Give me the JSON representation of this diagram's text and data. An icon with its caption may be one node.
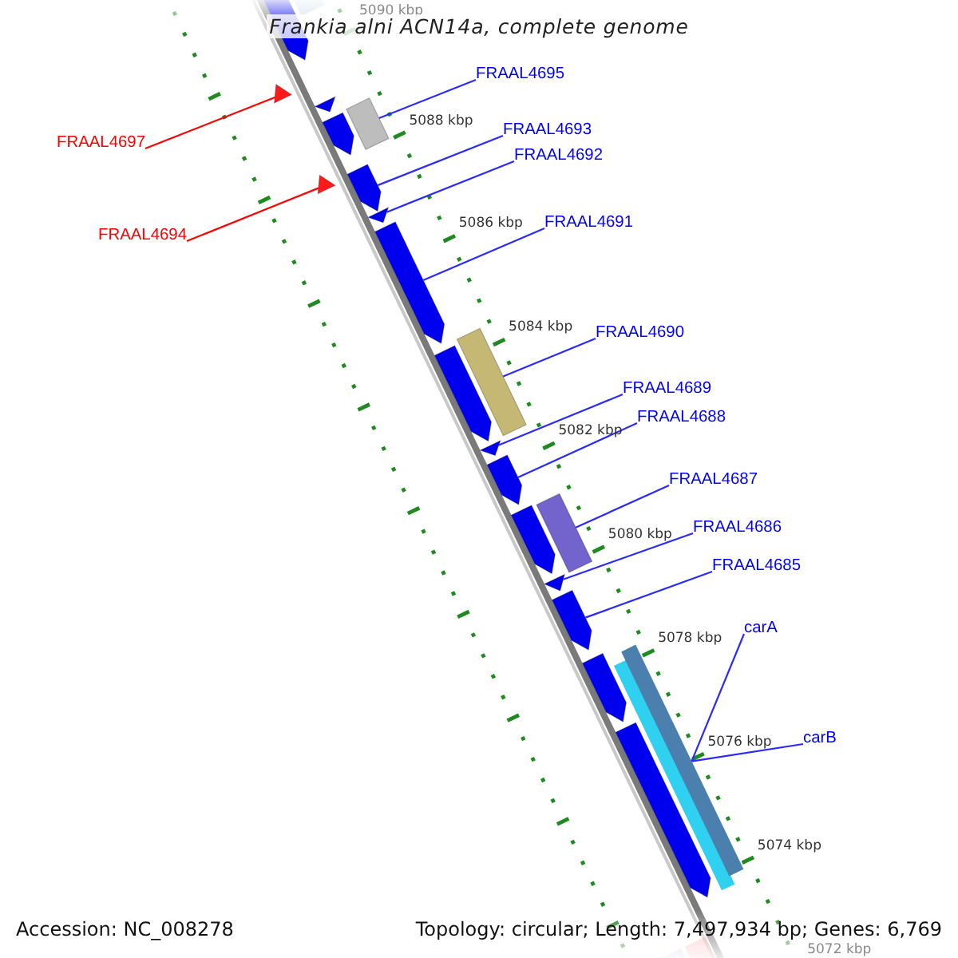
{
  "diagram": {
    "title": "Frankia alni ACN14a, complete genome",
    "nodes": [
      {
        "text": [
          "FRAAL4695"
        ]
      },
      {
        "text": [
          "FRAAL4697"
        ]
      },
      {
        "text": [
          "FRAAL4693"
        ]
      },
      {
        "text": [
          "FRAAL4692"
        ]
      },
      {
        "text": [
          "FRAAL4694"
        ]
      },
      {
        "text": [
          "FRAAL4691"
        ]
      },
      {
        "text": [
          "FRAAL4690"
        ]
      },
      {
        "text": [
          "FRAAL4689"
        ]
      },
      {
        "text": [
          "FRAAL4688"
        ]
      },
      {
        "text": [
          "FRAAL4687"
        ]
      },
      {
        "text": [
          "FRAAL4686"
        ]
      },
      {
        "text": [
          "FRAAL4685"
        ]
      },
      {
        "text": [
          "carA"
        ]
      },
      {
        "text": [
          "carB"
        ]
      },
      {
        "text": [],
        "shape": "box"
      },
      {
        "text": [],
        "shape": "arrow"
      },
      {
        "text": [],
        "shape": "triangle"
      },
      {
        "text": [],
        "shape": "triangle"
      },
      {
        "text": [],
        "shape": "box"
      },
      {
        "text": [],
        "shape": "arrow"
      },
      {
        "text": [],
        "shape": "triangle"
      },
      {
        "text": [],
        "shape": "arrow"
      },
      {
        "text": [],
        "shape": "triangle"
      },
      {
        "text": [],
        "shape": "arrow"
      },
      {
        "text": [],
        "shape": "box"
      },
      {
        "text": [],
        "shape": "arrow"
      },
      {
        "text": [],
        "shape": "triangle"
      },
      {
        "text": [],
        "shape": "arrow"
      },
      {
        "text": [],
        "shape": "arrow"
      },
      {
        "text": [],
        "shape": "box"
      },
      {
        "text": [],
        "shape": "triangle"
      },
      {
        "text": [],
        "shape": "arrow"
      },
      {
        "text": [],
        "shape": "arrow"
      },
      {
        "text": [],
        "shape": "box"
      },
      {
        "text": [],
        "shape": "arrow"
      },
      {
        "text": [],
        "shape": "box"
      },
      {
        "text": [],
        "shape": "box"
      }
    ],
    "edges": [
      {
        "from": 0,
        "to": 18,
        "arrow": "none"
      },
      {
        "from": 1,
        "to": 16,
        "arrow": "none",
        "color": "#ff0000"
      },
      {
        "from": 2,
        "to": 21,
        "arrow": "none"
      },
      {
        "from": 3,
        "to": 22,
        "arrow": "none"
      },
      {
        "from": 4,
        "to": 20,
        "arrow": "none",
        "color": "#ff0000"
      },
      {
        "from": 5,
        "to": 23,
        "arrow": "none"
      },
      {
        "from": 6,
        "to": 24,
        "arrow": "none"
      },
      {
        "from": 7,
        "to": 26,
        "arrow": "none"
      },
      {
        "from": 8,
        "to": 27,
        "arrow": "none"
      },
      {
        "from": 9,
        "to": 29,
        "arrow": "none"
      },
      {
        "from": 10,
        "to": 30,
        "arrow": "none"
      },
      {
        "from": 11,
        "to": 31,
        "arrow": "none"
      },
      {
        "from": 12,
        "to": 33,
        "arrow": "none"
      },
      {
        "from": 13,
        "to": 33,
        "arrow": "none"
      }
    ],
    "labels": [
      "5090 kbp",
      "5088 kbp",
      "5086 kbp",
      "5084 kbp",
      "5082 kbp",
      "5080 kbp",
      "5078 kbp",
      "5076 kbp",
      "5074 kbp",
      "5072 kbp",
      "Accession: NC_008278",
      "Topology: circular; Length: 7,497,934 bp; Genes: 6,769"
    ]
  }
}
